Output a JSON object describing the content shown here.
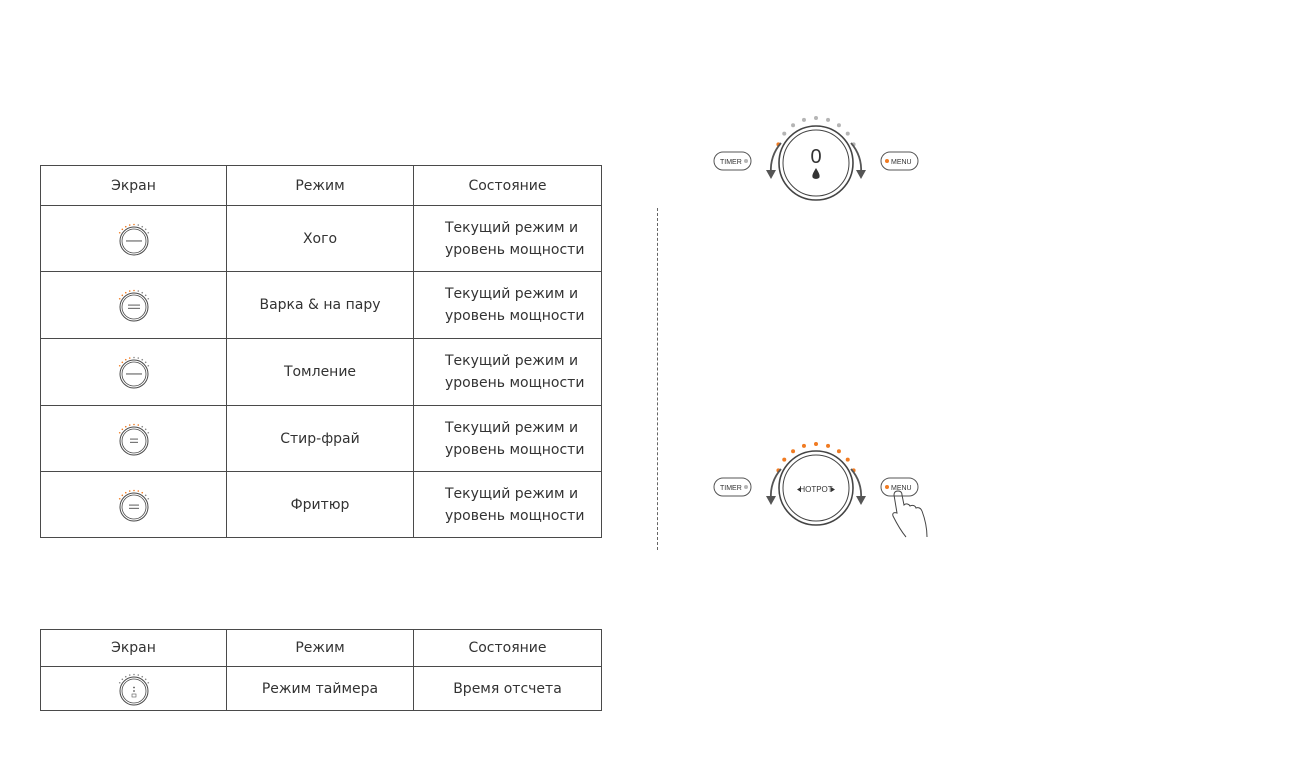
{
  "table_modes": {
    "headers": [
      "Экран",
      "Режим",
      "Состояние"
    ],
    "rows": [
      {
        "screen_icon": "hotpot-display-icon",
        "mode": "Хого",
        "state_line1": "Текущий режим и",
        "state_line2": "уровень мощности"
      },
      {
        "screen_icon": "steam-boil-display-icon",
        "mode": "Варка & на пару",
        "state_line1": "Текущий режим и",
        "state_line2": "уровень мощности"
      },
      {
        "screen_icon": "simmer-display-icon",
        "mode": "Томление",
        "state_line1": "Текущий режим и",
        "state_line2": "уровень мощности"
      },
      {
        "screen_icon": "stir-fry-display-icon",
        "mode": "Стир-фрай",
        "state_line1": "Текущий режим и",
        "state_line2": "уровень мощности"
      },
      {
        "screen_icon": "deep-fry-display-icon",
        "mode": "Фритюр",
        "state_line1": "Текущий режим и",
        "state_line2": "уровень мощности"
      }
    ]
  },
  "table_timer": {
    "headers": [
      "Экран",
      "Режим",
      "Состояние"
    ],
    "rows": [
      {
        "screen_icon": "timer-display-icon",
        "mode": "Режим таймера",
        "state": "Время отсчета"
      }
    ]
  },
  "panel_top": {
    "timer_label": "TIMER",
    "menu_label": "MENU",
    "display_value": "0",
    "icon": "flame-icon"
  },
  "panel_bottom": {
    "timer_label": "TIMER",
    "menu_label": "MENU",
    "display_label": "HOTPOT",
    "icon": "hand-pointer-icon"
  },
  "colors": {
    "accent": "#f07b22",
    "line": "#4a4a4a",
    "dot_grey": "#b5b5b5"
  }
}
